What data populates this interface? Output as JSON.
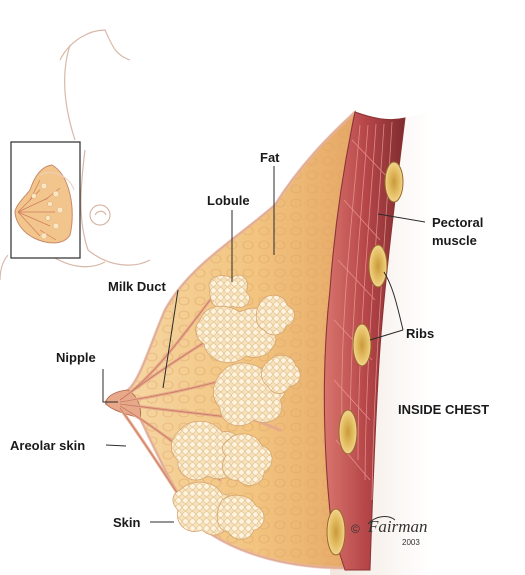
{
  "labels": {
    "fat": "Fat",
    "lobule": "Lobule",
    "pectoral_line1": "Pectoral",
    "pectoral_line2": "muscle",
    "milk_duct": "Milk Duct",
    "ribs": "Ribs",
    "nipple": "Nipple",
    "inside_chest": "INSIDE CHEST",
    "areolar_skin": "Areolar skin",
    "skin": "Skin"
  },
  "signature": {
    "copyright": "©",
    "name": "Fairman",
    "year": "2003"
  },
  "colors": {
    "tissue": "#f3c98a",
    "fat_dark": "#e7a96a",
    "muscle": "#c4544f",
    "muscle_dark": "#9b3a38",
    "lobule": "#fbeed1",
    "rib": "#e6b85c",
    "outline": "#c98a6a"
  }
}
